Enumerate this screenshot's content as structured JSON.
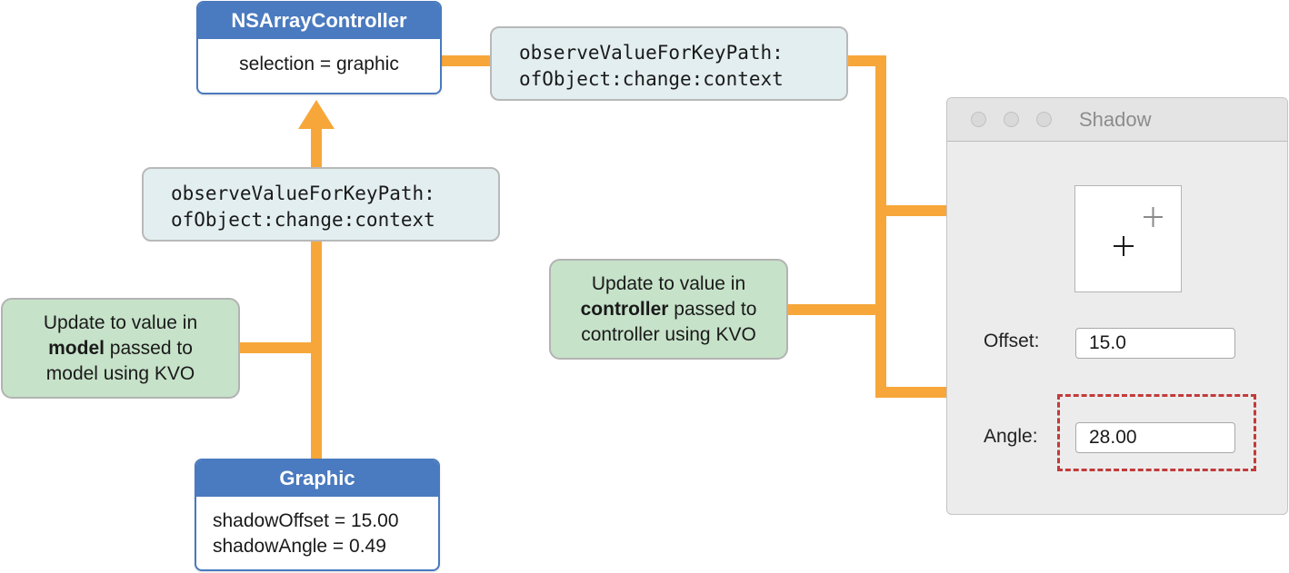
{
  "controller": {
    "title": "NSArrayController",
    "property": "selection = graphic"
  },
  "message_top": {
    "line1": "observeValueForKeyPath:",
    "line2": "ofObject:change:context"
  },
  "message_left": {
    "line1": "observeValueForKeyPath:",
    "line2": "ofObject:change:context"
  },
  "note_model": {
    "line1": "Update to value in",
    "line2_bold": "model",
    "line2_rest": " passed to",
    "line3": "model using KVO"
  },
  "note_controller": {
    "line1": "Update to value in",
    "line2_bold": "controller",
    "line2_rest": " passed to",
    "line3": "controller using KVO"
  },
  "graphic": {
    "title": "Graphic",
    "prop1": "shadowOffset = 15.00",
    "prop2": "shadowAngle = 0.49"
  },
  "shadow_window": {
    "title": "Shadow",
    "offset_label": "Offset:",
    "offset_value": "15.0",
    "angle_label": "Angle:",
    "angle_value": "28.00"
  },
  "colors": {
    "connector": "#f7a73a",
    "object_header": "#4a7abf",
    "message_fill": "#e3eef0",
    "note_fill": "#c6e2c9",
    "highlight_dash": "#c23b3b"
  }
}
